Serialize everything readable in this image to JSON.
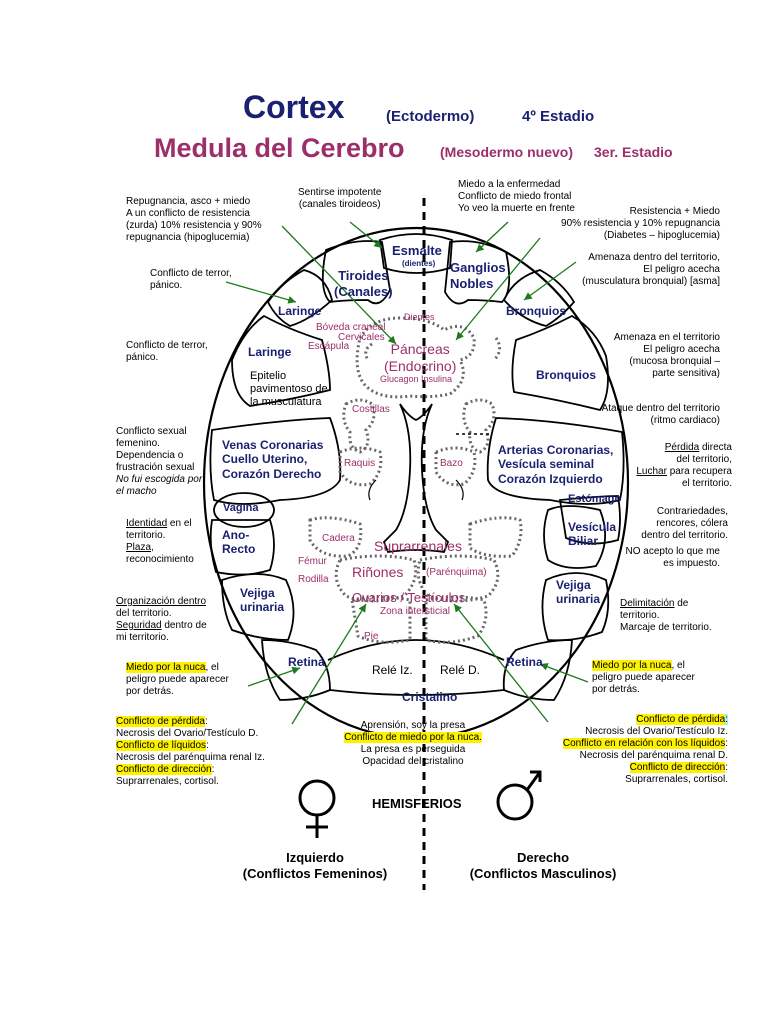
{
  "title": {
    "cortex": "Cortex",
    "cortex_sub": "(Ectodermo)",
    "cortex_stage": "4º Estadio",
    "medula": "Medula del Cerebro",
    "medula_sub": "(Mesodermo nuevo)",
    "medula_stage": "3er. Estadio"
  },
  "top_center": {
    "impotente_1": "Sentirse impotente",
    "impotente_2": "(canales tiroideos)",
    "miedo_enf_1": "Miedo a la enfermedad",
    "miedo_enf_2": "Conflicto de miedo frontal",
    "miedo_enf_3": "Yo veo la muerte en frente"
  },
  "left_notes": {
    "repug_1": "Repugnancia, asco + miedo",
    "repug_2": "A un conflicto de resistencia",
    "repug_3": "(zurda) 10% resistencia y 90%",
    "repug_4": "repugnancia (hipoglucemia)",
    "terror1_1": "Conflicto de terror,",
    "terror1_2": "pánico.",
    "terror2_1": "Conflicto de terror,",
    "terror2_2": "pánico.",
    "sexual_1": "Conflicto sexual",
    "sexual_2": "femenino.",
    "sexual_3": "Dependencia o",
    "sexual_4": "frustración sexual",
    "sexual_5": "No fui escogida por",
    "sexual_6": "el macho",
    "ident_1": "Identidad",
    "ident_1b": " en el",
    "ident_2": "territorio.",
    "ident_3": "Plaza",
    "ident_3b": ",",
    "ident_4": "reconocimiento",
    "org_1": "Organización dentro",
    "org_2": "del territorio.",
    "org_3": "Seguridad",
    "org_3b": " dentro  de",
    "org_4": "mi territorio.",
    "nuca_1": "Miedo por la nuca",
    "nuca_1b": ", el",
    "nuca_2": "peligro puede aparecer",
    "nuca_3": "por detrás.",
    "perdida_h": "Conflicto de pérdida",
    "perdida_hb": ":",
    "perdida_t": "Necrosis del Ovario/Testículo D.",
    "liquidos_h": "Conflicto de líquidos",
    "liquidos_hb": ":",
    "liquidos_t": "Necrosis del parénquima renal Iz.",
    "direccion_h": "Conflicto de dirección",
    "direccion_hb": ":",
    "direccion_t": "Suprarrenales, cortisol."
  },
  "right_notes": {
    "resist_1": "Resistencia + Miedo",
    "resist_2": "90% resistencia y 10% repugnancia",
    "resist_3": "(Diabetes – hipoglucemia)",
    "amenaza1_1": "Amenaza dentro del territorio,",
    "amenaza1_2": "El peligro acecha",
    "amenaza1_3": "(musculatura bronquial) [asma]",
    "amenaza2_1": "Amenaza en el territorio",
    "amenaza2_2": "El peligro acecha",
    "amenaza2_3": "(mucosa bronquial –",
    "amenaza2_4": "parte sensitiva)",
    "ataque_1": "Ataque dentro del territorio",
    "ataque_2": "(ritmo cardiaco)",
    "perdida_1a": "Pérdida",
    "perdida_1b": " directa",
    "perdida_2": "del territorio,",
    "perdida_3a": "Luchar",
    "perdida_3b": " para recupera",
    "perdida_4": "el territorio.",
    "contra_1": "Contrariedades,",
    "contra_2": "rencores, cólera",
    "contra_3": "dentro del territorio.",
    "noacepto_1": "NO acepto lo que me",
    "noacepto_2": "es impuesto.",
    "delim_1": "Delimitación",
    "delim_1b": " de",
    "delim_2": "territorio.",
    "delim_3": "Marcaje de territorio.",
    "nuca_1": "Miedo por la nuca",
    "nuca_1b": ", el",
    "nuca_2": "peligro puede aparecer",
    "nuca_3": "por detrás.",
    "perdida_h": "Conflicto de pérdida",
    "perdida_hb": ":",
    "perdida_t": "Necrosis del Ovario/Testículo Iz.",
    "liquidos_h": "Conflicto en relación con los líquidos",
    "liquidos_hb": ":",
    "liquidos_t": "Necrosis del parénquima renal D.",
    "direccion_h": "Conflicto de dirección",
    "direccion_hb": ":",
    "direccion_t": "Suprarrenales, cortisol."
  },
  "bottom_center": {
    "aprension_1": "Aprensión, soy la presa",
    "aprension_2": "Conflicto de miedo por la nuca.",
    "aprension_3": "La presa es perseguida",
    "aprension_4": "Opacidad del cristalino",
    "hemisferios": "HEMISFERIOS",
    "izq_1": "Izquierdo",
    "izq_2": "(Conflictos Femeninos)",
    "der_1": "Derecho",
    "der_2": "(Conflictos Masculinos)"
  },
  "brain_labels": {
    "esmalte": "Esmalte",
    "dientes": "(dientes)",
    "tiroides_1": "Tiroides",
    "tiroides_2": "(Canales)",
    "ganglios_1": "Ganglios",
    "ganglios_2": "Nobles",
    "laringe_1": "Laringe",
    "laringe_2": "Laringe",
    "epitelio_1": "Epitelio",
    "epitelio_2": "pavimentoso de",
    "epitelio_3": "la musculatura",
    "bronquios_1": "Bronquios",
    "bronquios_2": "Bronquios",
    "venas_1": "Venas Coronarias",
    "venas_2": "Cuello Uterino,",
    "venas_3": "Corazón Derecho",
    "arterias_1": "Arterias Coronarias,",
    "arterias_2": "Vesícula seminal",
    "arterias_3": "Corazón Izquierdo",
    "estomago": "Estómago",
    "vesicula_1": "Vesícula",
    "vesicula_2": "Biliar",
    "vagina": "Vagina",
    "ano_1": "Ano-",
    "ano_2": "Recto",
    "vejiga_l_1": "Vejiga",
    "vejiga_l_2": "urinaria",
    "vejiga_r_1": "Vejiga",
    "vejiga_r_2": "urinaria",
    "retina_l": "Retina",
    "retina_r": "Retina",
    "rele_iz": "Relé Iz.",
    "rele_d": "Relé D.",
    "cristalino": "Cristalino"
  },
  "medula_labels": {
    "boveda": "Bóveda craneal",
    "cervicales": "Cervicales",
    "escapula": "Escápula",
    "dientes": "Dientes",
    "pancreas_1": "Páncreas",
    "pancreas_2": "(Endocrino)",
    "glucagon": "Glucagon  Insulina",
    "costillas": "Costillas",
    "raquis": "Raquis",
    "bazo": "Bazo",
    "cadera": "Cadera",
    "femur": "Fémur",
    "rodilla": "Rodilla",
    "suprarrenales": "Suprarrenales",
    "rinones": "Riñones",
    "parenquima": "(Parénquima)",
    "ovarios": "Ovarios / Testículos",
    "zona": "Zona intersticial",
    "pie": "Pie"
  },
  "symbols": {
    "female": "♀",
    "male": "♂"
  }
}
